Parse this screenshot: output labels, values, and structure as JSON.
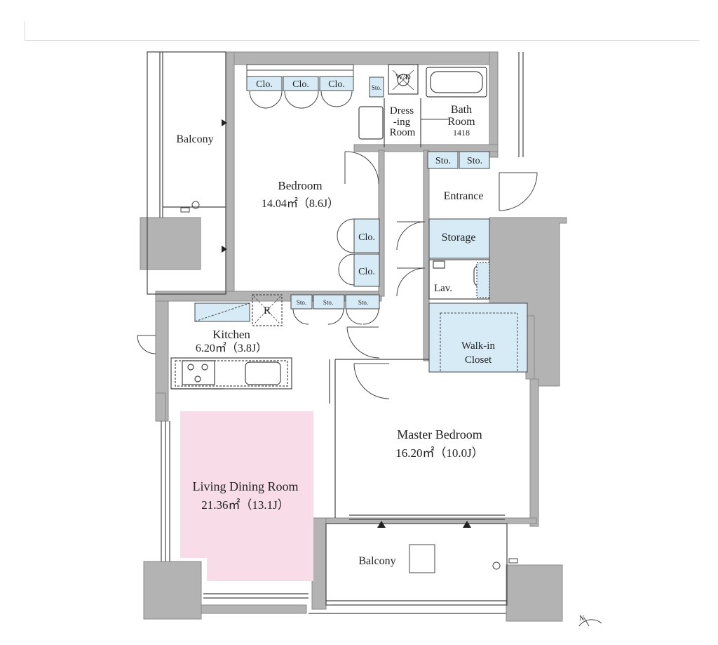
{
  "colors": {
    "wall": "#b3b3b3",
    "wall_stroke": "#8a8a8a",
    "line": "#444444",
    "closet_fill": "#d7ebf7",
    "living_fill": "#f8dde8",
    "floor": "#ffffff"
  },
  "rooms": {
    "bedroom": {
      "name": "Bedroom",
      "area": "14.04㎡（8.6J）"
    },
    "kitchen": {
      "name": "Kitchen",
      "area": "6.20㎡（3.8J）"
    },
    "living": {
      "name": "Living Dining Room",
      "area": "21.36㎡（13.1J）"
    },
    "master": {
      "name": "Master Bedroom",
      "area": "16.20㎡（10.0J）"
    },
    "balcony_left": {
      "name": "Balcony"
    },
    "balcony_bottom": {
      "name": "Balcony"
    },
    "dressing": {
      "line1": "Dress",
      "line2": "-ing",
      "line3": "Room"
    },
    "bath": {
      "line1": "Bath",
      "line2": "Room",
      "line3": "1418"
    },
    "entrance": {
      "name": "Entrance"
    },
    "storage": {
      "name": "Storage"
    },
    "lav": {
      "name": "Lav."
    },
    "walkin": {
      "line1": "Walk-in",
      "line2": "Closet"
    }
  },
  "fixtures": {
    "clo": "Clo.",
    "sto": "Sto.",
    "wd": "W/D",
    "fridge": "R",
    "north": "N"
  }
}
